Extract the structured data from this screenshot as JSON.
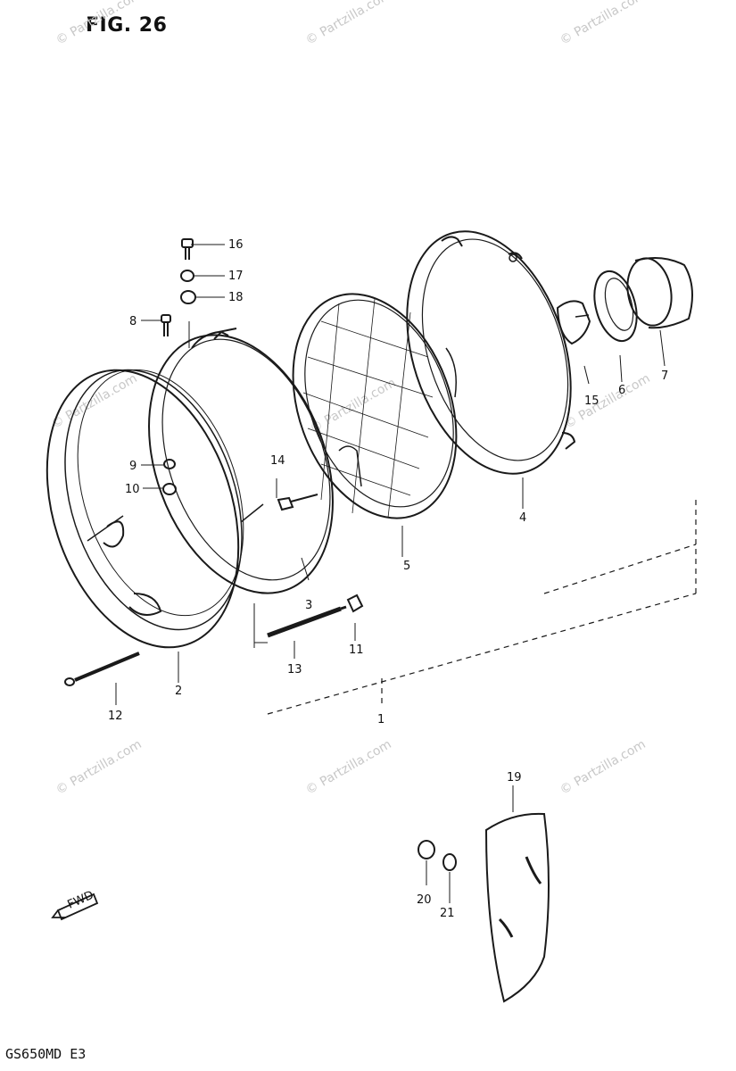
{
  "figure_title": "FIG. 26",
  "model_code": "GS650MD  E3",
  "watermark": "© Partzilla.com",
  "fwd_label": "FWD",
  "callouts": [
    "1",
    "2",
    "3",
    "4",
    "5",
    "6",
    "7",
    "8",
    "9",
    "10",
    "11",
    "12",
    "13",
    "14",
    "15",
    "16",
    "17",
    "18",
    "19",
    "20",
    "21"
  ]
}
